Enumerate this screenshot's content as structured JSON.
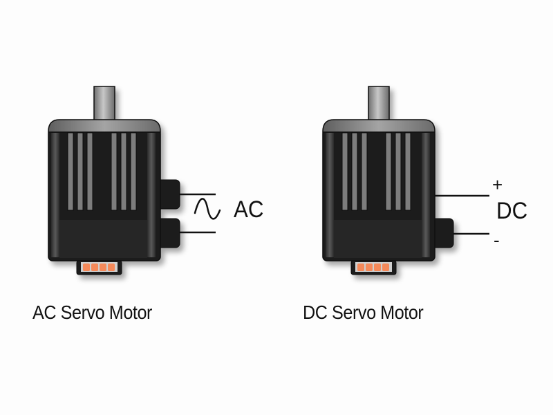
{
  "motors": [
    {
      "id": "ac",
      "caption": "AC Servo Motor",
      "supply_label": "AC",
      "supply_symbol": "sine-wave",
      "connectors": 2
    },
    {
      "id": "dc",
      "caption": "DC Servo Motor",
      "supply_label": "DC",
      "plus_label": "+",
      "minus_label": "-",
      "connectors": 1
    }
  ],
  "colors": {
    "body": "#1e1e1e",
    "flange": "#8a8a8a",
    "fins": "#7a7a7a",
    "pins": "#f4895a",
    "shaft": "#9a9a9a"
  }
}
